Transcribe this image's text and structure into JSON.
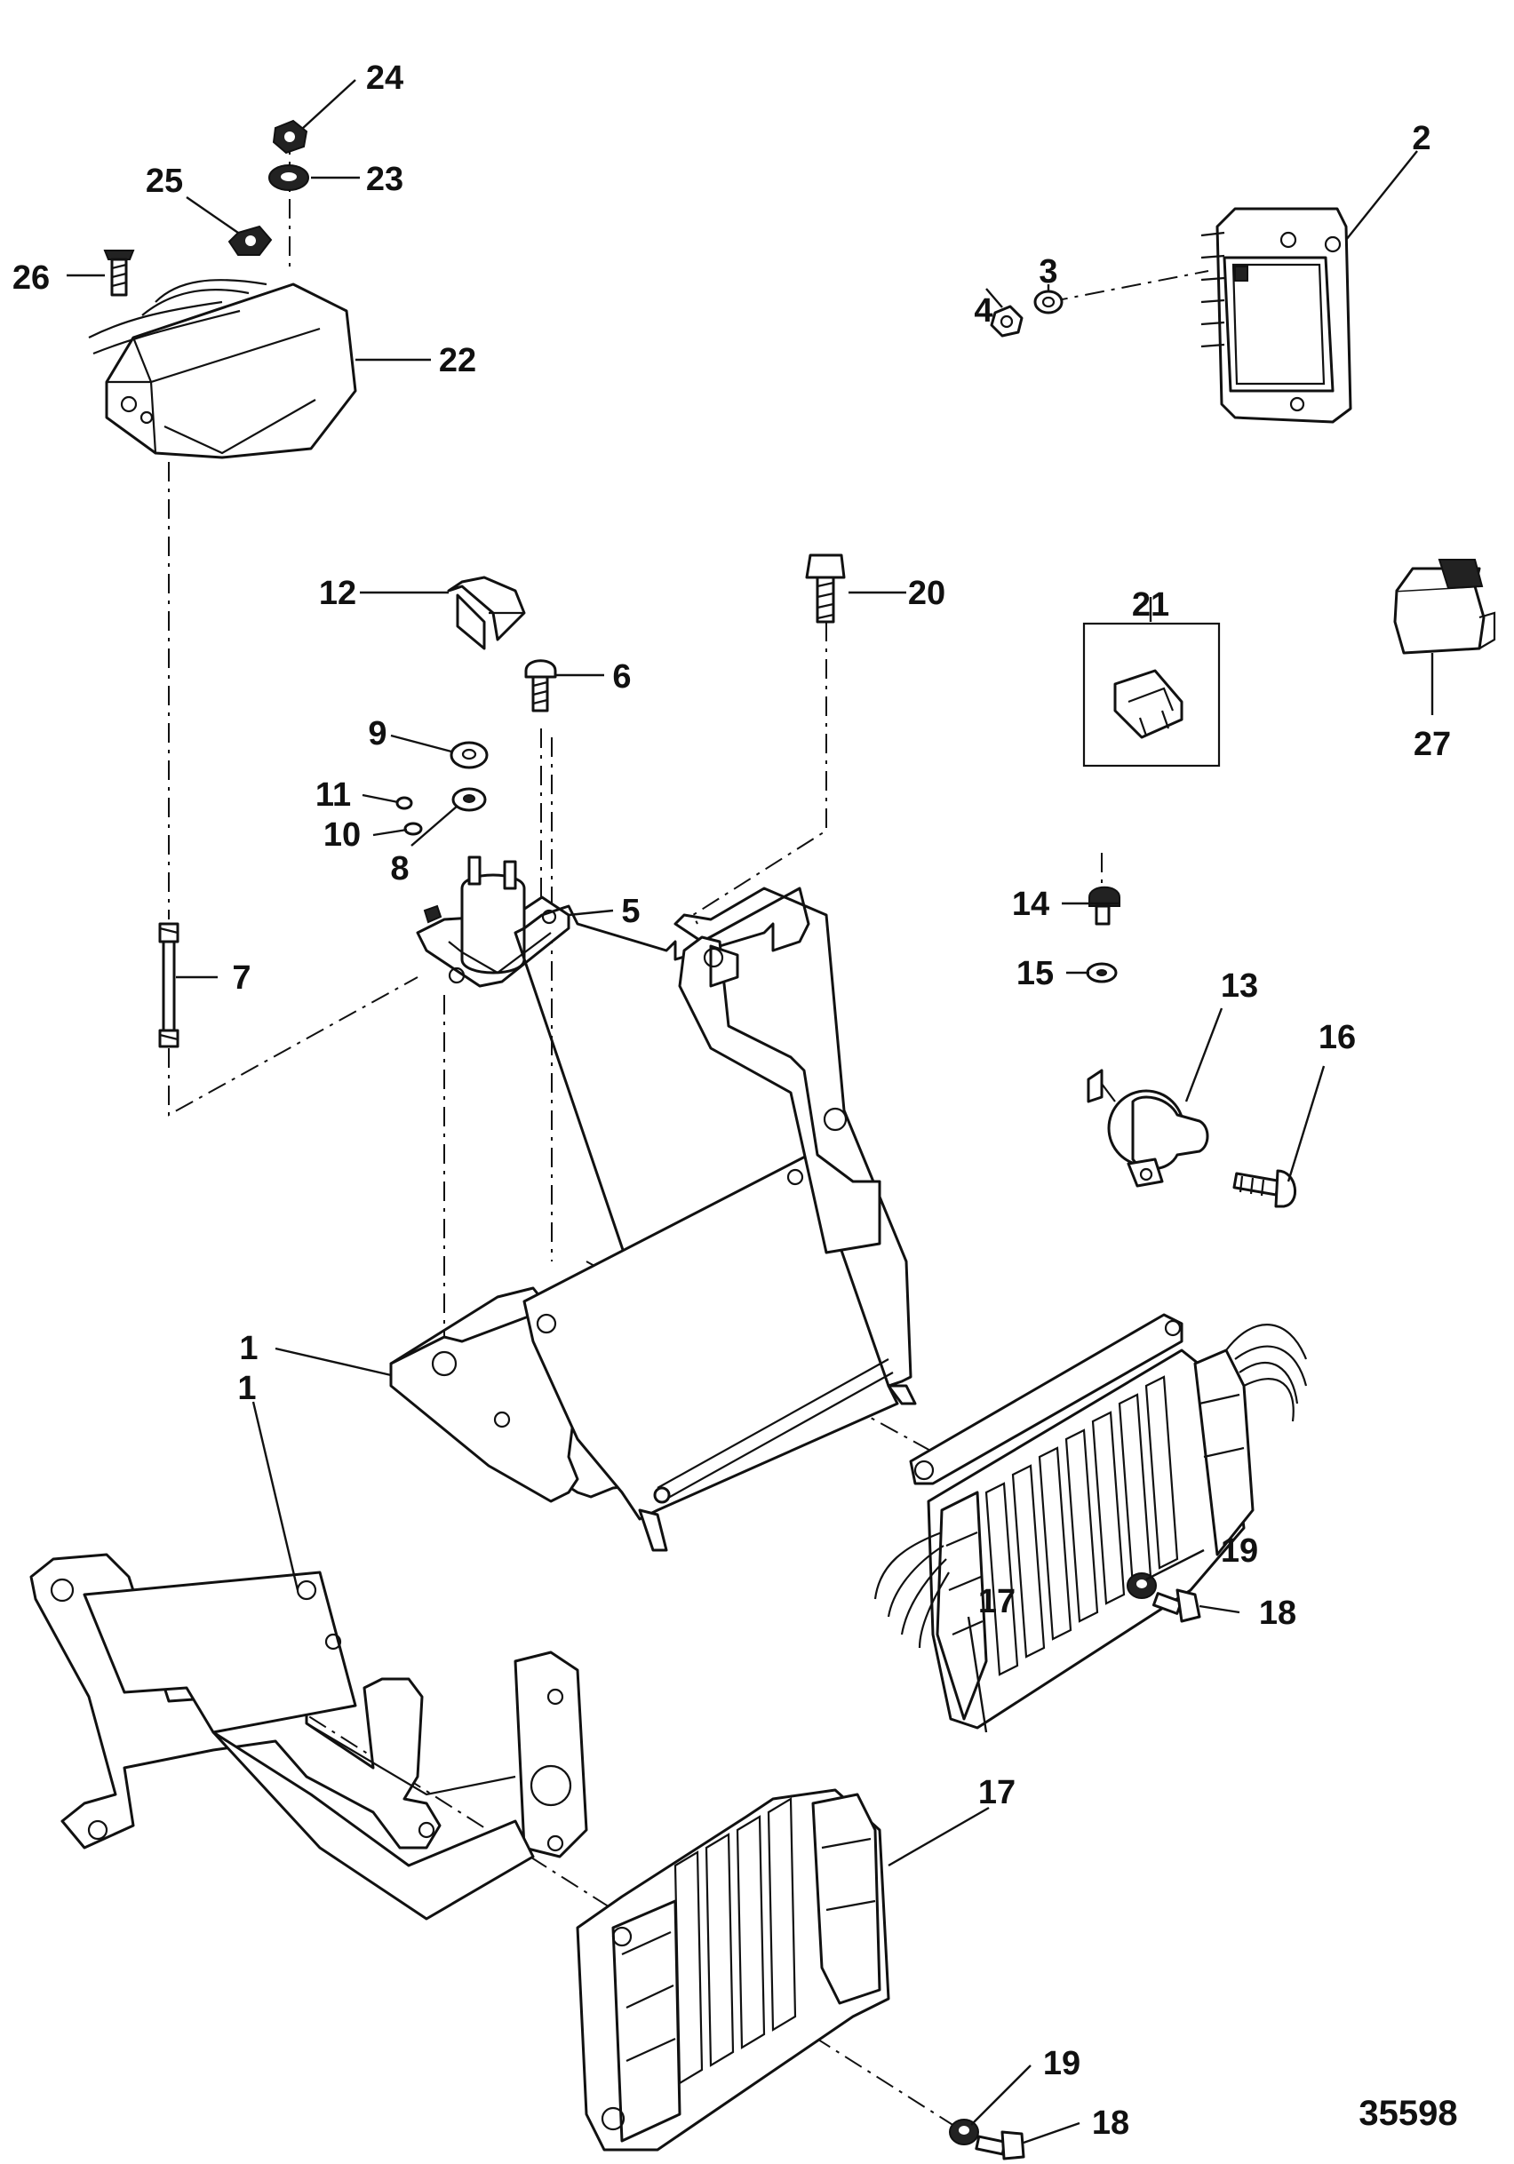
{
  "figure_number": "35598",
  "callouts": [
    {
      "id": "c1a",
      "text": "1"
    },
    {
      "id": "c1b",
      "text": "1"
    },
    {
      "id": "c2",
      "text": "2"
    },
    {
      "id": "c3",
      "text": "3"
    },
    {
      "id": "c4",
      "text": "4"
    },
    {
      "id": "c5",
      "text": "5"
    },
    {
      "id": "c6",
      "text": "6"
    },
    {
      "id": "c7",
      "text": "7"
    },
    {
      "id": "c8",
      "text": "8"
    },
    {
      "id": "c9",
      "text": "9"
    },
    {
      "id": "c10",
      "text": "10"
    },
    {
      "id": "c11",
      "text": "11"
    },
    {
      "id": "c12",
      "text": "12"
    },
    {
      "id": "c13",
      "text": "13"
    },
    {
      "id": "c14",
      "text": "14"
    },
    {
      "id": "c15",
      "text": "15"
    },
    {
      "id": "c16",
      "text": "16"
    },
    {
      "id": "c17a",
      "text": "17"
    },
    {
      "id": "c17b",
      "text": "17"
    },
    {
      "id": "c18a",
      "text": "18"
    },
    {
      "id": "c18b",
      "text": "18"
    },
    {
      "id": "c19a",
      "text": "19"
    },
    {
      "id": "c19b",
      "text": "19"
    },
    {
      "id": "c20",
      "text": "20"
    },
    {
      "id": "c21",
      "text": "21"
    },
    {
      "id": "c22",
      "text": "22"
    },
    {
      "id": "c23",
      "text": "23"
    },
    {
      "id": "c24",
      "text": "24"
    },
    {
      "id": "c25",
      "text": "25"
    },
    {
      "id": "c26",
      "text": "26"
    },
    {
      "id": "c27",
      "text": "27"
    }
  ]
}
